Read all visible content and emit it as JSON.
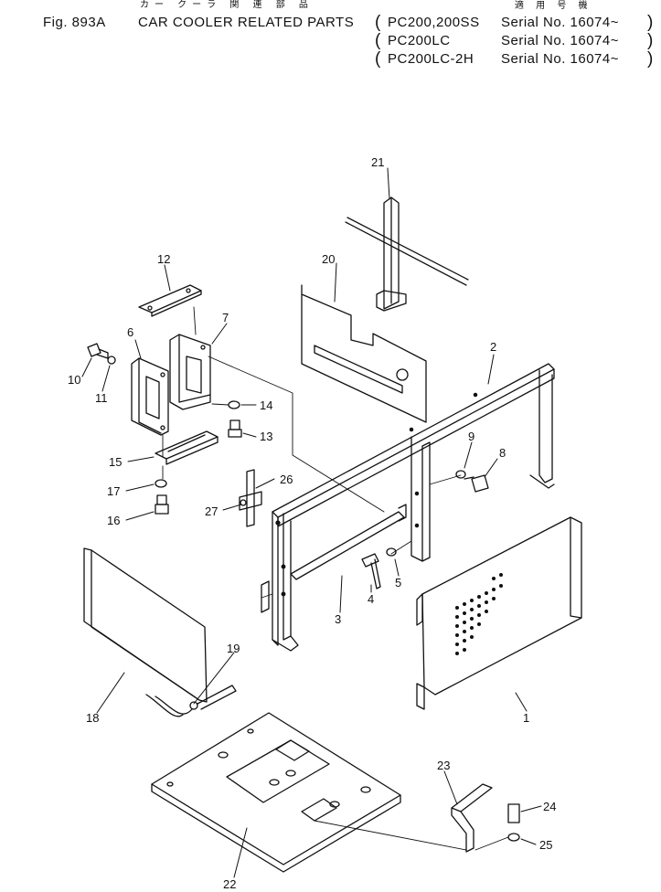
{
  "header": {
    "figure_no": "Fig. 893A",
    "title": "CAR COOLER RELATED PARTS",
    "title_jp": "カー クーラ 関 連 部 品",
    "applicable_jp": "適 用 号 機",
    "models": [
      {
        "model": "PC200,200SS",
        "serial": "Serial No. 16074~"
      },
      {
        "model": "PC200LC",
        "serial": "Serial No. 16074~"
      },
      {
        "model": "PC200LC-2H",
        "serial": "Serial No. 16074~"
      }
    ]
  },
  "parts": [
    "1",
    "2",
    "3",
    "4",
    "5",
    "6",
    "7",
    "8",
    "9",
    "10",
    "11",
    "12",
    "13",
    "14",
    "15",
    "16",
    "17",
    "18",
    "19",
    "20",
    "21",
    "22",
    "23",
    "24",
    "25",
    "26",
    "27"
  ]
}
